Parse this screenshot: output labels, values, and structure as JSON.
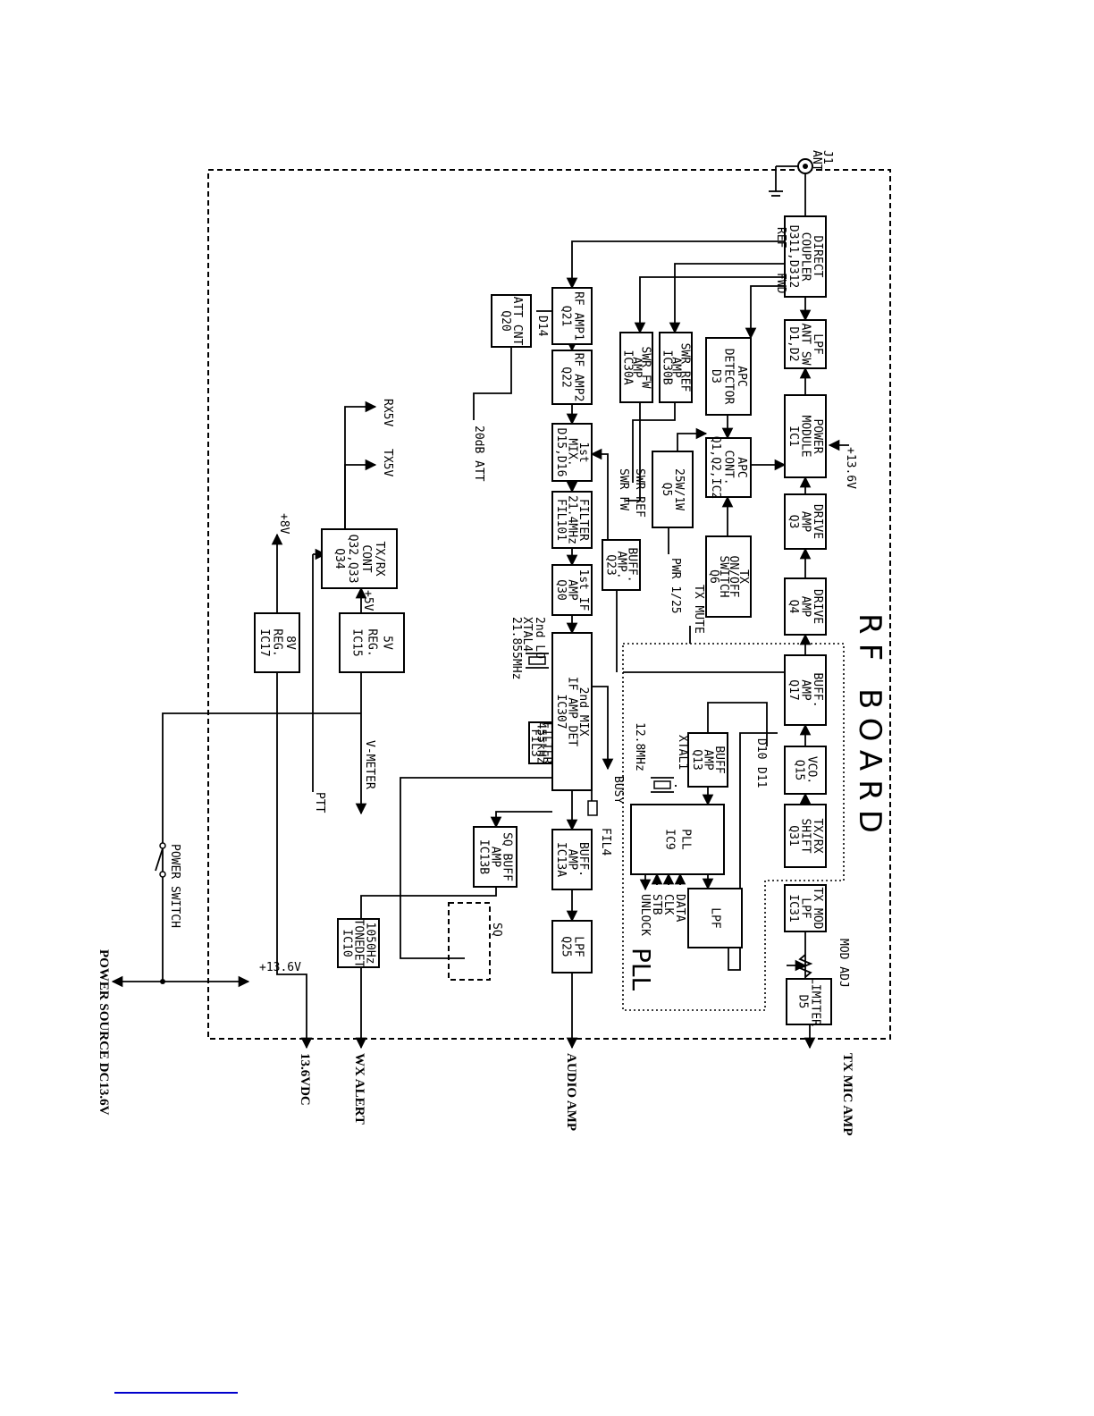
{
  "title": "RF BOARD",
  "pll_group": "PLL",
  "blocks": {
    "coupler": [
      "DIRECT",
      "COUPLER",
      "D311,D312"
    ],
    "lpf_ant": [
      "LPF",
      "ANT SW",
      "D1,D2"
    ],
    "power_module": [
      "POWER",
      "MODULE",
      "IC1"
    ],
    "drive_q3": [
      "DRIVE",
      "AMP",
      "Q3"
    ],
    "drive_q4": [
      "DRIVE",
      "AMP",
      "Q4"
    ],
    "buff_q17": [
      "BUFF.",
      "AMP",
      "Q17"
    ],
    "vco": [
      "VCO.",
      "Q15"
    ],
    "txrx_shift": [
      "TX/RX",
      "SHIFT",
      "Q31"
    ],
    "tx_mod_lpf": [
      "TX MOD",
      "LPF",
      "IC31"
    ],
    "limiter": [
      "LIMITER",
      "D5"
    ],
    "apc_det": [
      "APC",
      "DETECTOR",
      "D3"
    ],
    "apc_cont": [
      "APC",
      "CONT.",
      "Q1,Q2,IC2"
    ],
    "tx_switch": [
      "TX",
      "ON/OFF",
      "SWITCH",
      "Q6"
    ],
    "swr_ref": [
      "SWR REF",
      "AMP",
      "IC30B"
    ],
    "swr_fwd": [
      "SWR FW",
      "AMP",
      "IC30A"
    ],
    "q5": [
      "25W/1W",
      "Q5"
    ],
    "rf_amp1": [
      "RF AMP1",
      "Q21"
    ],
    "att_cnt": [
      "ATT CNT",
      "Q20"
    ],
    "rf_amp2": [
      "RF AMP2",
      "Q22"
    ],
    "mix1": [
      "1st",
      "MIX.",
      "D15,D16"
    ],
    "filter": [
      "FILTER",
      "21.4MHz",
      "FIL101"
    ],
    "if_amp": [
      "1st IF",
      "AMP",
      "Q30"
    ],
    "buff_q23": [
      "BUFF.",
      "AMP.",
      "Q23"
    ],
    "ic307": [
      "2nd MIX",
      "IF AMP DET",
      "IC307"
    ],
    "fil3": [
      "FILTER",
      "455kHz",
      "FIL3"
    ],
    "buff_ic13a": [
      "BUFF.",
      "AMP",
      "IC13A"
    ],
    "sq_buff": [
      "SQ BUFF",
      "AMP",
      "IC13B"
    ],
    "lpf_q25": [
      "LPF",
      "Q25"
    ],
    "tone_det": [
      "1050Hz",
      "TONEDET",
      "IC10"
    ],
    "buff_q13": [
      "BUFF",
      "AMP",
      "Q13"
    ],
    "pll_ic9": [
      "PLL",
      "IC9"
    ],
    "pll_lpf": [
      "LPF"
    ],
    "txrx_cont": [
      "TX/RX",
      "CONT",
      "Q32,Q33",
      "Q34"
    ],
    "reg5v": [
      "5V",
      "REG.",
      "IC15"
    ],
    "reg8v": [
      "8V",
      "REG.",
      "IC17"
    ]
  },
  "labels": {
    "j1": "J1",
    "ant": "ANT",
    "plus136_top": "+13.6V",
    "plus136_bottom": "+13.6V",
    "tx_mute": "TX MUTE",
    "pwr": "PWR 1/25",
    "swr_fw": "SWR FW",
    "swr_ref_lbl": "SWR REF",
    "att20db": "20dB ATT",
    "d14": "D14",
    "d10": "D10",
    "d11": "D11",
    "xtal1": "XTAL1",
    "xtal1_freq": "12.8MHz",
    "xtal4": "XTAL4",
    "xtal4_lo": "2nd LO",
    "xtal4_freq": "21.855MHz",
    "fil4": "FIL4",
    "busy": "BUSY",
    "sq": "SQ",
    "mod_adj": "MOD ADJ",
    "data": "DATA",
    "clk": "CLK",
    "stb": "STB",
    "unlock": "UNLOCK",
    "rx5v": "RX5V",
    "tx5v": "TX5V",
    "plus8v": "+8V",
    "plus5v": "+5V",
    "ptt": "PTT",
    "v_meter": "V-METER",
    "power_switch": "POWER SWITCH",
    "fwd": "FWD",
    "ref": "REF"
  },
  "external": {
    "tx_mic_amp": "TX MIC AMP",
    "audio_amp": "AUDIO AMP",
    "wx_alert": "WX ALERT",
    "vdc": "13.6VDC",
    "power_source": "POWER SOURCE DC13.6V"
  }
}
